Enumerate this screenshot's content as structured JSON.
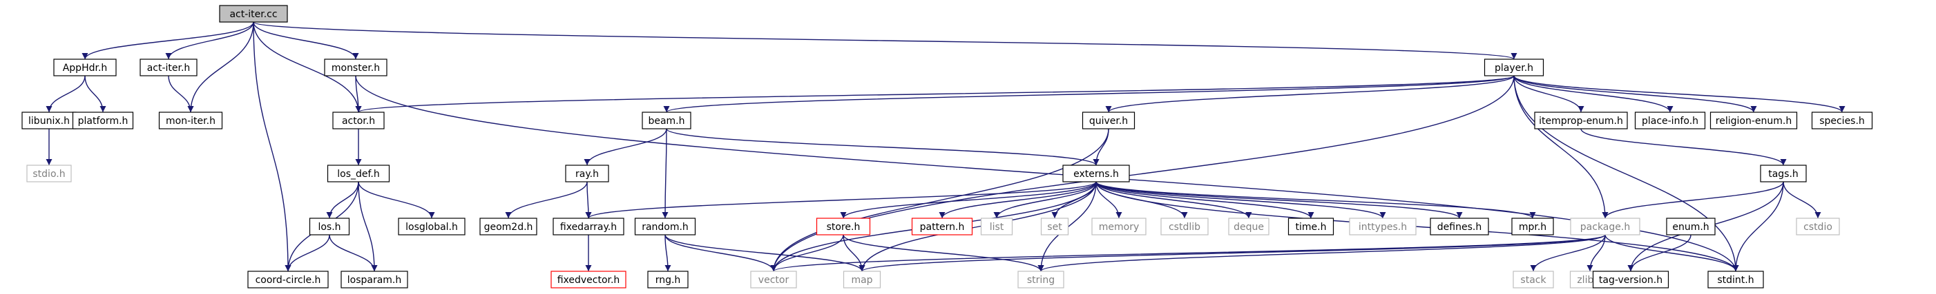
{
  "colors": {
    "edge": "#191970",
    "root_fill": "#bfbfbf",
    "normal_border": "#000000",
    "system_border": "#bfbfbf",
    "system_text": "#808080",
    "missing_border": "#ff0000"
  },
  "nodes": {
    "act_iter_cc": "act-iter.cc",
    "apphdr_h": "AppHdr.h",
    "act_iter_h": "act-iter.h",
    "monster_h": "monster.h",
    "player_h": "player.h",
    "libunix_h": "libunix.h",
    "platform_h": "platform.h",
    "mon_iter_h": "mon-iter.h",
    "actor_h": "actor.h",
    "beam_h": "beam.h",
    "quiver_h": "quiver.h",
    "itemprop_enum_h": "itemprop-enum.h",
    "place_info_h": "place-info.h",
    "religion_enum_h": "religion-enum.h",
    "species_h": "species.h",
    "stdio_h": "stdio.h",
    "los_def_h": "los_def.h",
    "ray_h": "ray.h",
    "externs_h": "externs.h",
    "tags_h": "tags.h",
    "los_h": "los.h",
    "losglobal_h": "losglobal.h",
    "geom2d_h": "geom2d.h",
    "fixedarray_h": "fixedarray.h",
    "random_h": "random.h",
    "store_h": "store.h",
    "pattern_h": "pattern.h",
    "list": "list",
    "set": "set",
    "memory": "memory",
    "cstdlib": "cstdlib",
    "deque": "deque",
    "time_h": "time.h",
    "inttypes_h": "inttypes.h",
    "defines_h": "defines.h",
    "mpr_h": "mpr.h",
    "package_h": "package.h",
    "enum_h": "enum.h",
    "cstdio": "cstdio",
    "coord_circle_h": "coord-circle.h",
    "losparam_h": "losparam.h",
    "fixedvector_h": "fixedvector.h",
    "rng_h": "rng.h",
    "vector": "vector",
    "map": "map",
    "string": "string",
    "stack": "stack",
    "zlib_h": "zlib.h",
    "tag_version_h": "tag-version.h",
    "stdint_h": "stdint.h"
  }
}
